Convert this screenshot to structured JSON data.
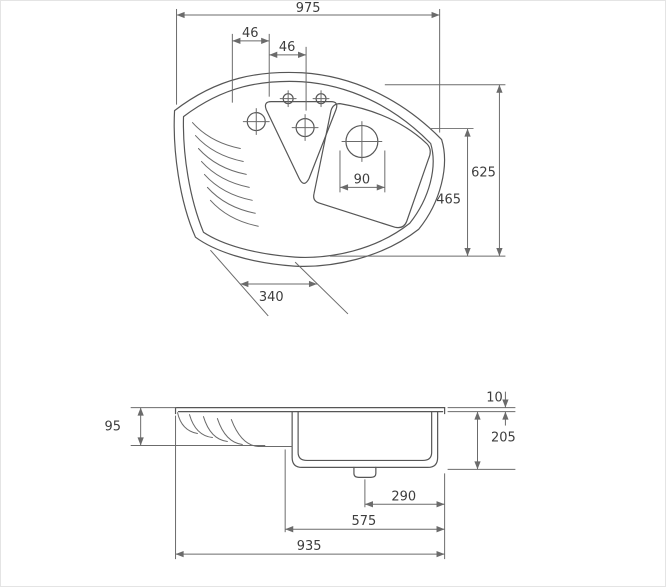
{
  "drawing": {
    "top_view": {
      "width_overall": "975",
      "tap_spacing_a": "46",
      "tap_spacing_b": "46",
      "depth_overall": "625",
      "depth_inner": "465",
      "drain_width": "90",
      "corner_section": "340"
    },
    "side_view": {
      "rim_height": "10",
      "drainer_depth": "95",
      "bowl_depth": "205",
      "drain_to_edge": "290",
      "bowl_to_edge": "575",
      "length_overall": "935"
    }
  }
}
